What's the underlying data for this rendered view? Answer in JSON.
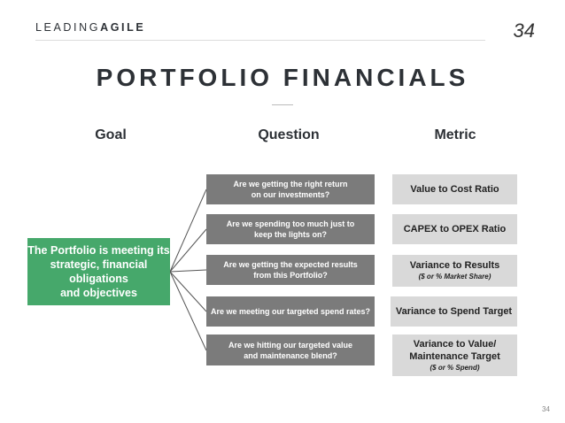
{
  "header": {
    "logo_part1": "LEADING",
    "logo_part2": "AGILE",
    "slide_number": "34"
  },
  "title": "PORTFOLIO FINANCIALS",
  "columns": {
    "goal": "Goal",
    "question": "Question",
    "metric": "Metric"
  },
  "goal": "The Portfolio is meeting its\nstrategic, financial obligations\nand objectives",
  "rows": [
    {
      "question": "Are we getting the right return\non our investments?",
      "metric": "Value to Cost Ratio",
      "metric_sub": ""
    },
    {
      "question": "Are we spending too much just to\nkeep the lights on?",
      "metric": "CAPEX to OPEX Ratio",
      "metric_sub": ""
    },
    {
      "question": "Are we getting the expected results\nfrom this Portfolio?",
      "metric": "Variance to Results",
      "metric_sub": "($ or % Market Share)"
    },
    {
      "question": "Are we meeting our targeted spend rates?",
      "metric": "Variance to Spend Target",
      "metric_sub": ""
    },
    {
      "question": "Are we hitting our targeted value\nand maintenance blend?",
      "metric": "Variance to Value/\nMaintenance Target",
      "metric_sub": "($ or % Spend)"
    }
  ],
  "footer": {
    "page_number": "34"
  },
  "colors": {
    "goal_box": "#46a86b",
    "question_box": "#7b7b7b",
    "metric_box": "#d9d9d9"
  }
}
